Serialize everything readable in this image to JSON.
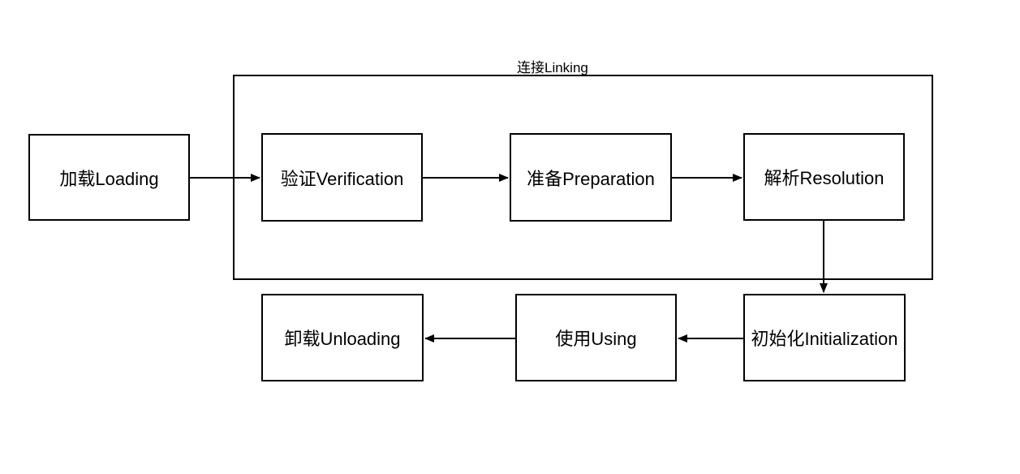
{
  "diagram": {
    "kind": "flowchart",
    "background_color": "#ffffff",
    "stroke_color": "#000000",
    "text_color": "#000000",
    "group": {
      "label": "连接Linking",
      "contains": [
        "验证Verification",
        "准备Preparation",
        "解析Resolution"
      ]
    },
    "nodes": [
      {
        "id": "loading",
        "label": "加载Loading"
      },
      {
        "id": "verification",
        "label": "验证Verification"
      },
      {
        "id": "preparation",
        "label": "准备Preparation"
      },
      {
        "id": "resolution",
        "label": "解析Resolution"
      },
      {
        "id": "initialization",
        "label": "初始化Initialization"
      },
      {
        "id": "using",
        "label": "使用Using"
      },
      {
        "id": "unloading",
        "label": "卸载Unloading"
      }
    ],
    "edges": [
      {
        "from": "加载Loading",
        "to": "验证Verification",
        "direction": "right"
      },
      {
        "from": "验证Verification",
        "to": "准备Preparation",
        "direction": "right"
      },
      {
        "from": "准备Preparation",
        "to": "解析Resolution",
        "direction": "right"
      },
      {
        "from": "解析Resolution",
        "to": "初始化Initialization",
        "direction": "down"
      },
      {
        "from": "初始化Initialization",
        "to": "使用Using",
        "direction": "left"
      },
      {
        "from": "使用Using",
        "to": "卸载Unloading",
        "direction": "left"
      }
    ]
  }
}
